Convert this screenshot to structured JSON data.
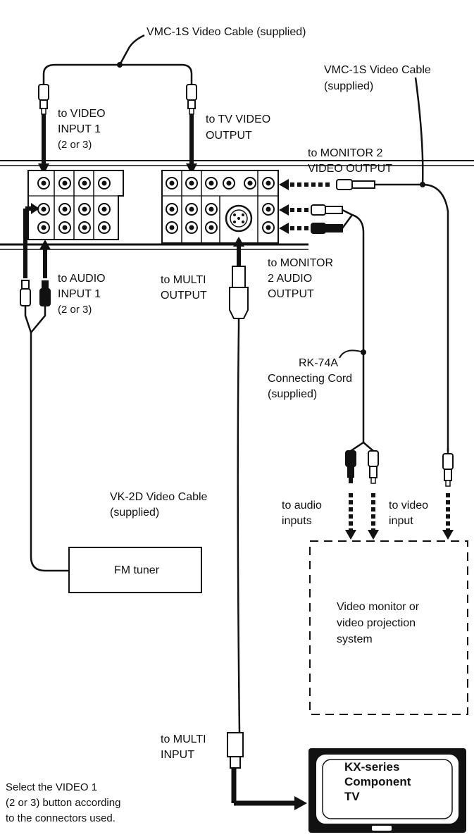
{
  "colors": {
    "ink": "#111111",
    "paper": "#ffffff"
  },
  "labels": {
    "vmc_cable_top": "VMC-1S Video Cable (supplied)",
    "vmc_cable_right_1": "VMC-1S Video Cable",
    "vmc_cable_right_2": "(supplied)",
    "to_video_input_1": "to VIDEO",
    "to_video_input_2": "INPUT 1",
    "to_video_input_3": "(2 or 3)",
    "to_tv_video_output_1": "to TV VIDEO",
    "to_tv_video_output_2": "OUTPUT",
    "to_monitor2_video_1": "to MONITOR 2",
    "to_monitor2_video_2": "VIDEO OUTPUT",
    "to_audio_input_1": "to AUDIO",
    "to_audio_input_2": "INPUT 1",
    "to_audio_input_3": "(2 or 3)",
    "to_multi_output_1": "to MULTI",
    "to_multi_output_2": "OUTPUT",
    "to_monitor2_audio_1": "to MONITOR",
    "to_monitor2_audio_2": "2 AUDIO",
    "to_monitor2_audio_3": "OUTPUT",
    "rk74a_1": "RK-74A",
    "rk74a_2": "Connecting Cord",
    "rk74a_3": "(supplied)",
    "vk2d_1": "VK-2D Video Cable",
    "vk2d_2": "(supplied)",
    "to_audio_inputs_1": "to audio",
    "to_audio_inputs_2": "inputs",
    "to_video_input_b_1": "to video",
    "to_video_input_b_2": "input",
    "fm_tuner": "FM tuner",
    "monitor_1": "Video monitor or",
    "monitor_2": "video projection",
    "monitor_3": "system",
    "to_multi_input_1": "to MULTI",
    "to_multi_input_2": "INPUT",
    "tv_1": "KX-series",
    "tv_2": "Component",
    "tv_3": "TV",
    "note_1": "Select the VIDEO 1",
    "note_2": "(2 or 3) button according",
    "note_3": "to the connectors used."
  }
}
